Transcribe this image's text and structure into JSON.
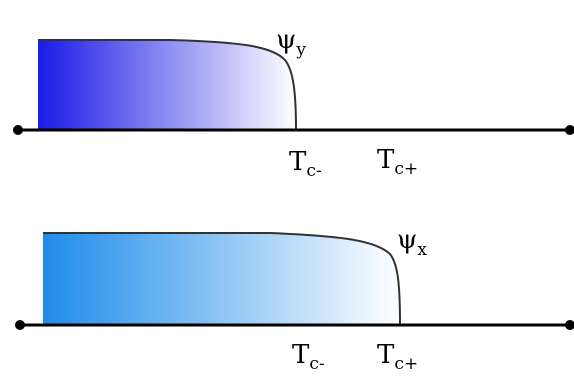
{
  "colors": {
    "background": "#ffffff",
    "axis": "#000000",
    "top_fill_start": "#1a1ae6",
    "top_fill_end": "#ffffff",
    "bottom_fill_start": "#1e8cea",
    "bottom_fill_end": "#ffffff"
  },
  "top": {
    "psi_label": {
      "main": "ψ",
      "sub": "y"
    },
    "tc_minus": {
      "main": "T",
      "sub": "c-"
    },
    "tc_plus": {
      "main": "T",
      "sub": "c+"
    }
  },
  "bottom": {
    "psi_label": {
      "main": "ψ",
      "sub": "x"
    },
    "tc_minus": {
      "main": "T",
      "sub": "c-"
    },
    "tc_plus": {
      "main": "T",
      "sub": "c+"
    }
  }
}
